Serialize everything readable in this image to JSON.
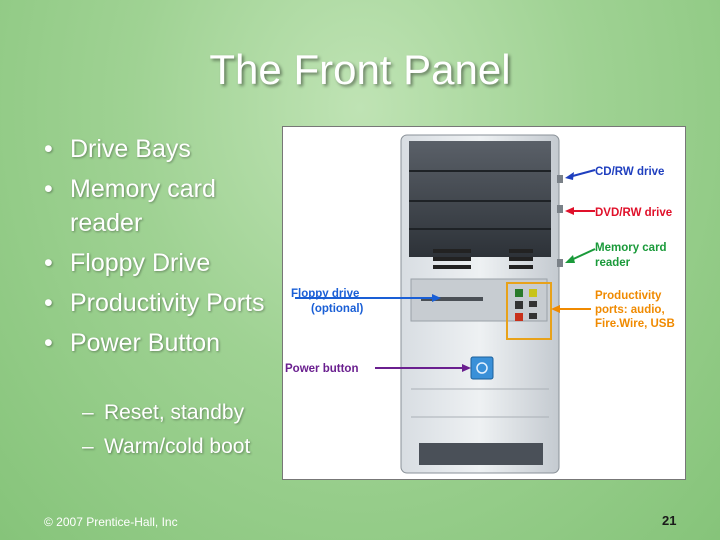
{
  "slide": {
    "title": "The Front Panel",
    "bullets": [
      "Drive Bays",
      "Memory card reader",
      "Floppy  Drive",
      "Productivity Ports",
      "Power Button"
    ],
    "sub_bullets": [
      "Reset, standby",
      "Warm/cold boot"
    ],
    "footer": "© 2007 Prentice-Hall, Inc",
    "page_number": "21"
  },
  "figure": {
    "labels": {
      "cd_rw": "CD/RW drive",
      "dvd_rw": "DVD/RW drive",
      "memory_card_1": "Memory card",
      "memory_card_2": "reader",
      "floppy_1": "Floppy drive",
      "floppy_2": "(optional)",
      "productivity_1": "Productivity",
      "productivity_2": "ports: audio,",
      "productivity_3": "Fire.Wire, USB",
      "power": "Power button"
    },
    "colors": {
      "cd_rw": "#1f3fbf",
      "dvd_rw": "#e0102a",
      "memory_card": "#1a9a3a",
      "floppy": "#1a5fd6",
      "productivity": "#f08a00",
      "power": "#6a1f8f"
    }
  }
}
